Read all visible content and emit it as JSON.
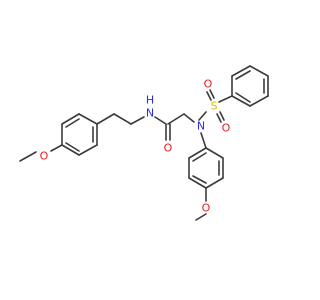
{
  "colors": {
    "bond": "#3a3a3a",
    "oxygen": "#e8201e",
    "nitrogen": "#2a2aee",
    "sulfur": "#d6c300"
  },
  "atoms": {
    "o_methoxy_left": "O",
    "n_amide": "N",
    "h_amide": "H",
    "o_carbonyl": "O",
    "n_sulfonamide": "N",
    "s_sulfonyl": "S",
    "o_sulfonyl_top": "O",
    "o_sulfonyl_bottom": "O",
    "o_methoxy_bottom": "O"
  }
}
